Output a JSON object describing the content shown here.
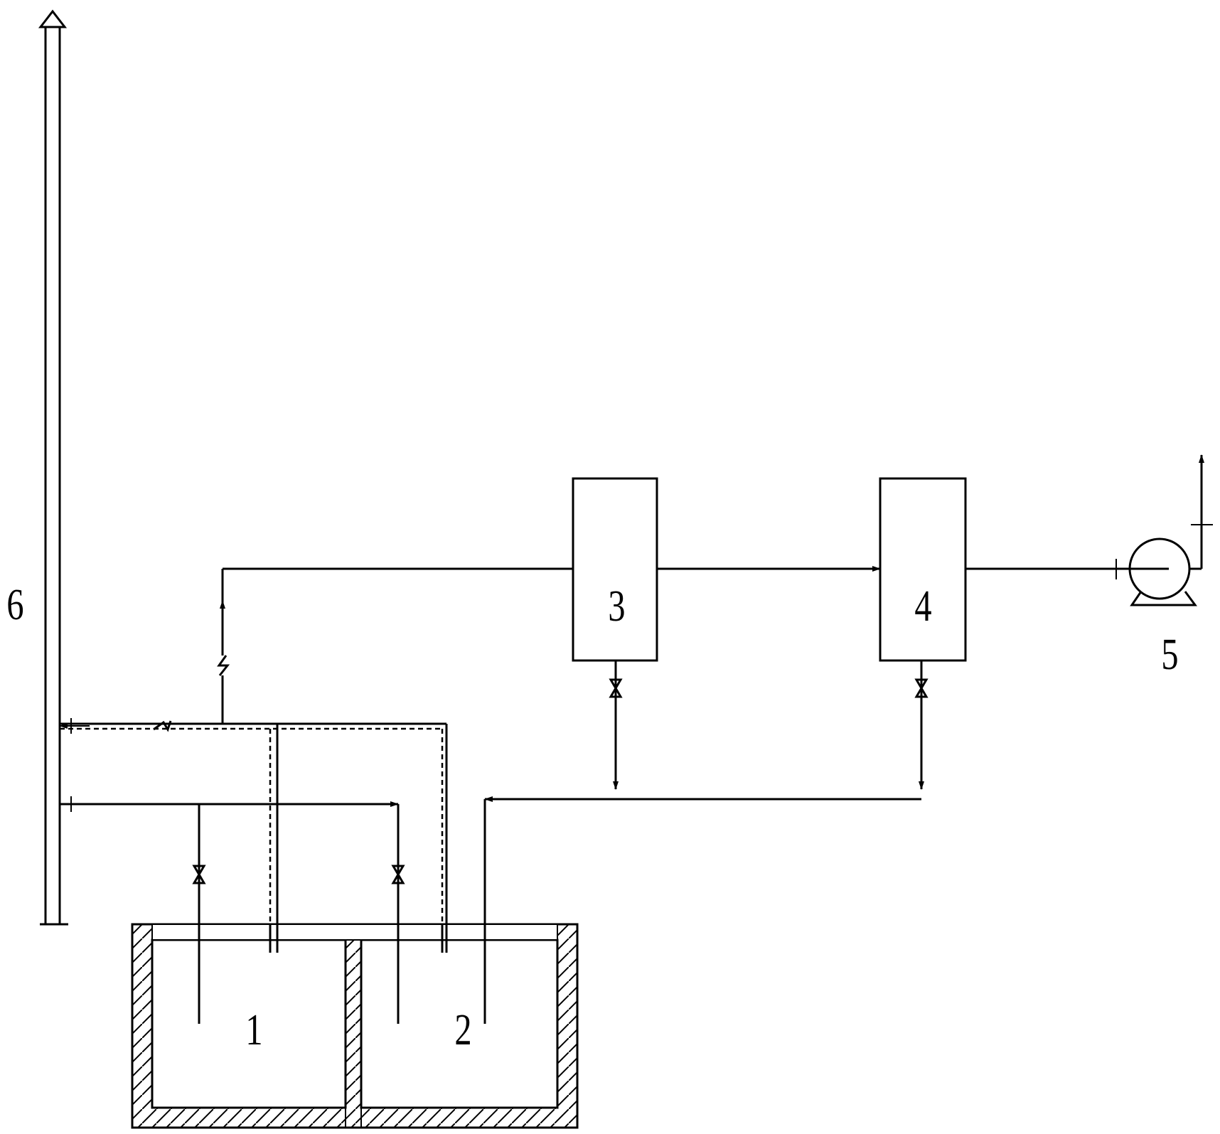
{
  "diagram": {
    "components": [
      {
        "id": "tank-1",
        "label": "1"
      },
      {
        "id": "tank-2",
        "label": "2"
      },
      {
        "id": "unit-3",
        "label": "3"
      },
      {
        "id": "unit-4",
        "label": "4"
      },
      {
        "id": "fan-5",
        "label": "5"
      },
      {
        "id": "stack-6",
        "label": "6"
      }
    ]
  }
}
